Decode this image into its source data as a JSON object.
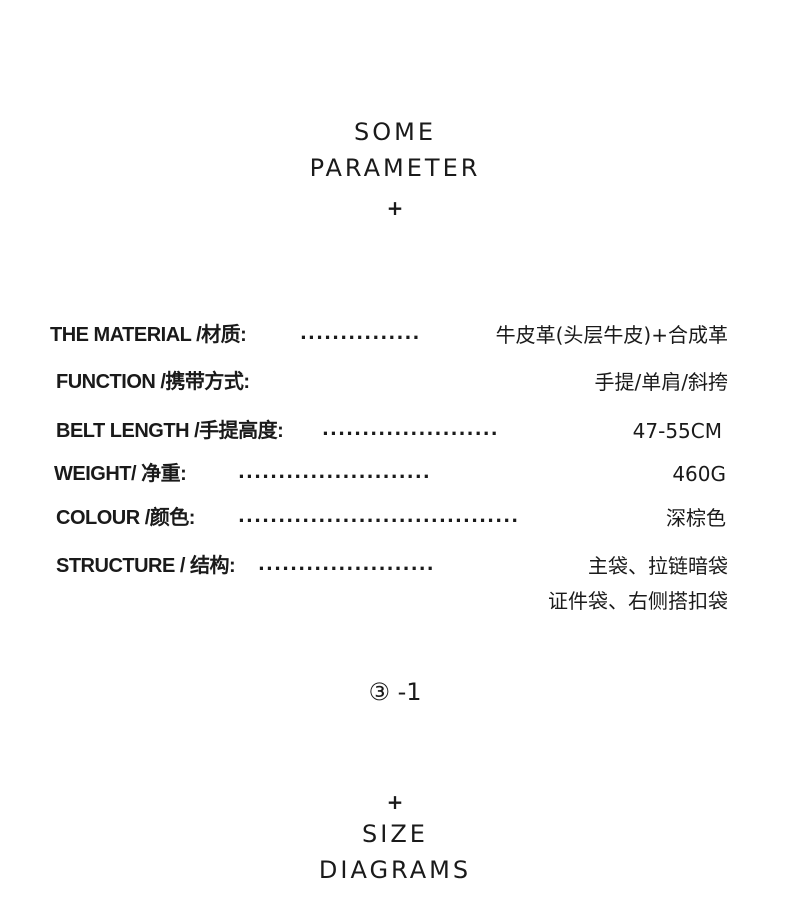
{
  "header": {
    "title_line1": "SOME",
    "title_line2": "PARAMETER",
    "plus": "+"
  },
  "params": {
    "material": {
      "label": "THE MATERIAL /材质:",
      "dots": "...............",
      "value": "牛皮革(头层牛皮)+合成革"
    },
    "function": {
      "label": "FUNCTION /携带方式:",
      "value": "手提/单肩/斜挎"
    },
    "belt_length": {
      "label": "BELT LENGTH /手提高度:",
      "dots": "......................",
      "value": "47-55CM"
    },
    "weight": {
      "label": "WEIGHT/ 净重:",
      "dots": "........................",
      "value": "460G"
    },
    "colour": {
      "label": "COLOUR /颜色:",
      "dots": "...................................",
      "value": "深棕色"
    },
    "structure": {
      "label": "STRUCTURE / 结构:",
      "dots": "......................",
      "value_line1": "主袋、拉链暗袋",
      "value_line2": "证件袋、右侧搭扣袋"
    }
  },
  "page_marker": "③ -1",
  "footer": {
    "plus": "+",
    "title_line1": "SIZE",
    "title_line2": "DIAGRAMS"
  }
}
